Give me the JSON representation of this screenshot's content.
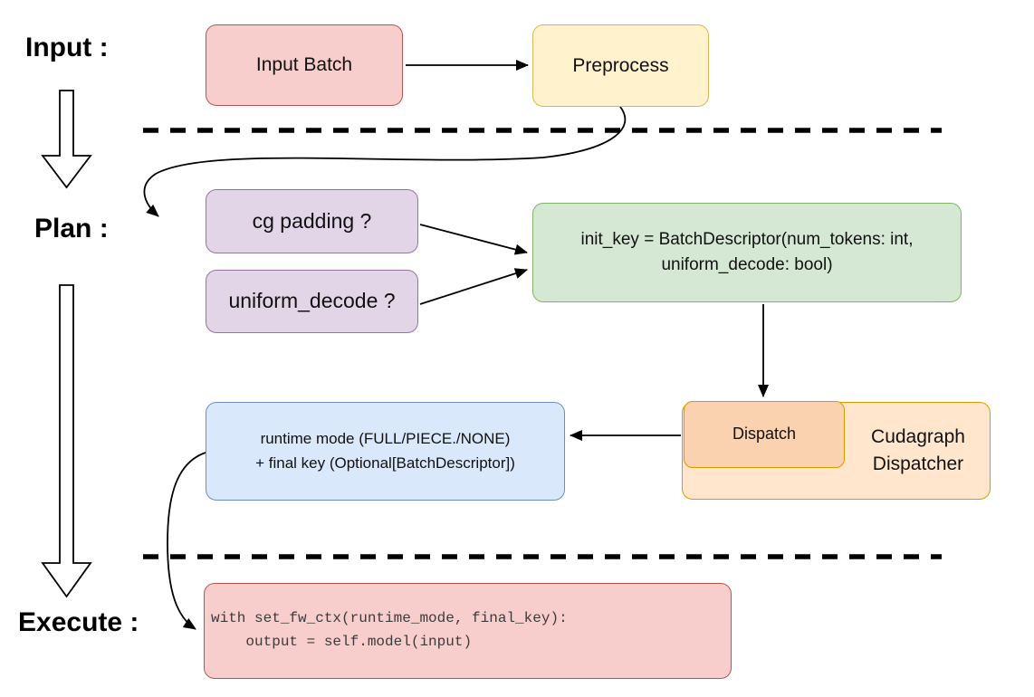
{
  "palette": {
    "pink_fill": "#f8cecc",
    "pink_stroke": "#b85450",
    "yellow_fill": "#fff2cc",
    "yellow_stroke": "#d6b656",
    "purple_fill": "#e1d5e7",
    "purple_stroke": "#9673a6",
    "green_fill": "#d5e8d4",
    "green_stroke": "#82b366",
    "orange_light_fill": "#ffe6cc",
    "orange_deep_fill": "#fbd2af",
    "orange_stroke": "#d79b00",
    "blue_fill": "#dae8fc",
    "blue_stroke": "#6c8ebf",
    "connector_color": "#000000"
  },
  "stages": {
    "input": "Input :",
    "plan": "Plan :",
    "execute": "Execute :"
  },
  "nodes": {
    "input_batch": "Input Batch",
    "preprocess": "Preprocess",
    "cg_padding": "cg padding ?",
    "uniform_decode": "uniform_decode ?",
    "init_key": {
      "line1": "init_key = BatchDescriptor(num_tokens: int,",
      "line2": "uniform_decode: bool)"
    },
    "dispatch": "Dispatch",
    "cudagraph_dispatcher": {
      "line1": "Cudagraph",
      "line2": "Dispatcher"
    },
    "runtime_result": {
      "line1": "runtime mode (FULL/PIECE./NONE)",
      "line2": "+ final key (Optional[BatchDescriptor])"
    },
    "execute_code": {
      "line1": "with set_fw_ctx(runtime_mode, final_key):",
      "line2": "    output = self.model(input)"
    }
  }
}
